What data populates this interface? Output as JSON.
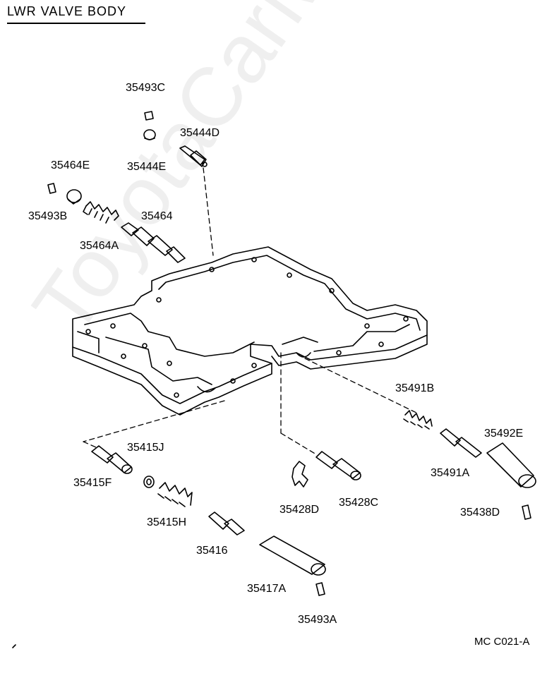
{
  "title": "LWR VALVE BODY",
  "drawing_code": "MC C021-A",
  "watermark": "ToyotaCarMine.ru",
  "parts": [
    {
      "id": "p1",
      "number": "35493C"
    },
    {
      "id": "p2",
      "number": "35444D"
    },
    {
      "id": "p3",
      "number": "35444E"
    },
    {
      "id": "p4",
      "number": "35464E"
    },
    {
      "id": "p5",
      "number": "35493B"
    },
    {
      "id": "p6",
      "number": "35464"
    },
    {
      "id": "p7",
      "number": "35464A"
    },
    {
      "id": "p8",
      "number": "35491B"
    },
    {
      "id": "p9",
      "number": "35492E"
    },
    {
      "id": "p10",
      "number": "35491A"
    },
    {
      "id": "p11",
      "number": "35438D"
    },
    {
      "id": "p12",
      "number": "35415J"
    },
    {
      "id": "p13",
      "number": "35415F"
    },
    {
      "id": "p14",
      "number": "35415H"
    },
    {
      "id": "p15",
      "number": "35416"
    },
    {
      "id": "p16",
      "number": "35428D"
    },
    {
      "id": "p17",
      "number": "35428C"
    },
    {
      "id": "p18",
      "number": "35417A"
    },
    {
      "id": "p19",
      "number": "35493A"
    }
  ]
}
